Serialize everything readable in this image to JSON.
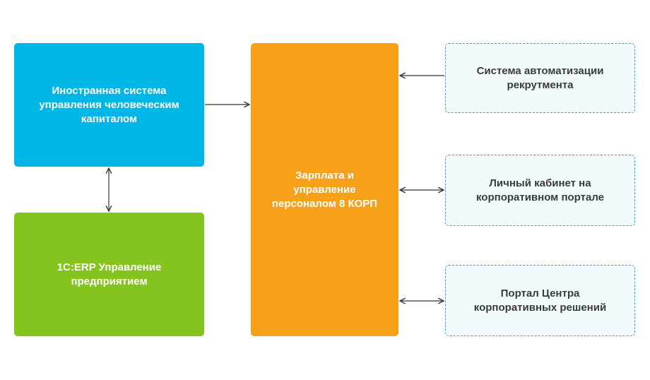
{
  "colors": {
    "foreign_hcm": "#00b6e6",
    "erp": "#85c41f",
    "zup": "#f7a11a",
    "external_border": "#2aa9d4",
    "external_bg": "#f1fbfd",
    "arrow": "#333333"
  },
  "nodes": {
    "foreign_hcm": {
      "label": "Иностранная система\nуправления человеческим\nкапиталом"
    },
    "erp": {
      "label": "1C:ERP Управление\nпредприятием"
    },
    "zup": {
      "label": "Зарплата и\nуправление\nперсоналом 8 КОРП"
    },
    "recruiting": {
      "label": "Система автоматизации\nрекрутмента"
    },
    "portal_cabinet": {
      "label": "Личный кабинет на\nкорпоративном портале"
    },
    "portal_center": {
      "label": "Портал Центра\nкорпоративных решений"
    }
  },
  "edges": [
    {
      "from": "foreign_hcm",
      "to": "zup",
      "direction": "forward"
    },
    {
      "from": "foreign_hcm",
      "to": "erp",
      "direction": "both"
    },
    {
      "from": "recruiting",
      "to": "zup",
      "direction": "forward"
    },
    {
      "from": "zup",
      "to": "portal_cabinet",
      "direction": "both"
    },
    {
      "from": "zup",
      "to": "portal_center",
      "direction": "both"
    }
  ]
}
